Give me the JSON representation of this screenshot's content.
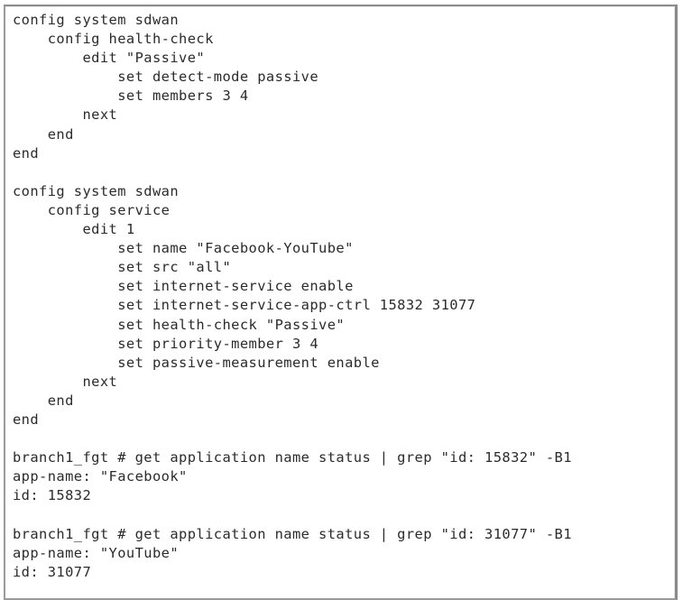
{
  "figure": {
    "kind": "cli-console-transcript",
    "device_prompt": "branch1_fgt #",
    "colors": {
      "background": "#ffffff",
      "text": "#2b2b2b",
      "border": "#8d8d8d"
    }
  },
  "console": {
    "lines": [
      "config system sdwan",
      "    config health-check",
      "        edit \"Passive\"",
      "            set detect-mode passive",
      "            set members 3 4",
      "        next",
      "    end",
      "end",
      "",
      "config system sdwan",
      "    config service",
      "        edit 1",
      "            set name \"Facebook-YouTube\"",
      "            set src \"all\"",
      "            set internet-service enable",
      "            set internet-service-app-ctrl 15832 31077",
      "            set health-check \"Passive\"",
      "            set priority-member 3 4",
      "            set passive-measurement enable",
      "        next",
      "    end",
      "end",
      "",
      "branch1_fgt # get application name status | grep \"id: 15832\" -B1",
      "app-name: \"Facebook\"",
      "id: 15832",
      "",
      "branch1_fgt # get application name status | grep \"id: 31077\" -B1",
      "app-name: \"YouTube\"",
      "id: 31077"
    ]
  }
}
